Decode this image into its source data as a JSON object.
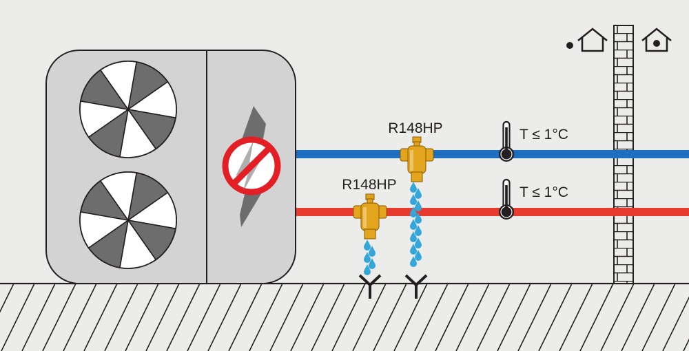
{
  "valves": {
    "left": {
      "label": "R148HP"
    },
    "right": {
      "label": "R148HP"
    }
  },
  "pipes": {
    "supply": {
      "color": "#1f6fc0",
      "temp_label": "T ≤ 1°C"
    },
    "return": {
      "color": "#e63b2e",
      "temp_label": "T ≤ 1°C"
    }
  },
  "colors": {
    "background": "#ececeb",
    "unit_body": "#d3d3d3",
    "fan_dark": "#6d6d6d",
    "no_power_sign": "#e31e24",
    "valve_brass": "#e3a51e",
    "water_drop": "#35a6d9"
  },
  "icons": {
    "no_power": "prohibited-lightning-icon",
    "outdoor": "house-outdoor-icon",
    "indoor": "house-indoor-icon",
    "thermometer": "thermometer-icon",
    "drain": "drain-y-icon"
  }
}
